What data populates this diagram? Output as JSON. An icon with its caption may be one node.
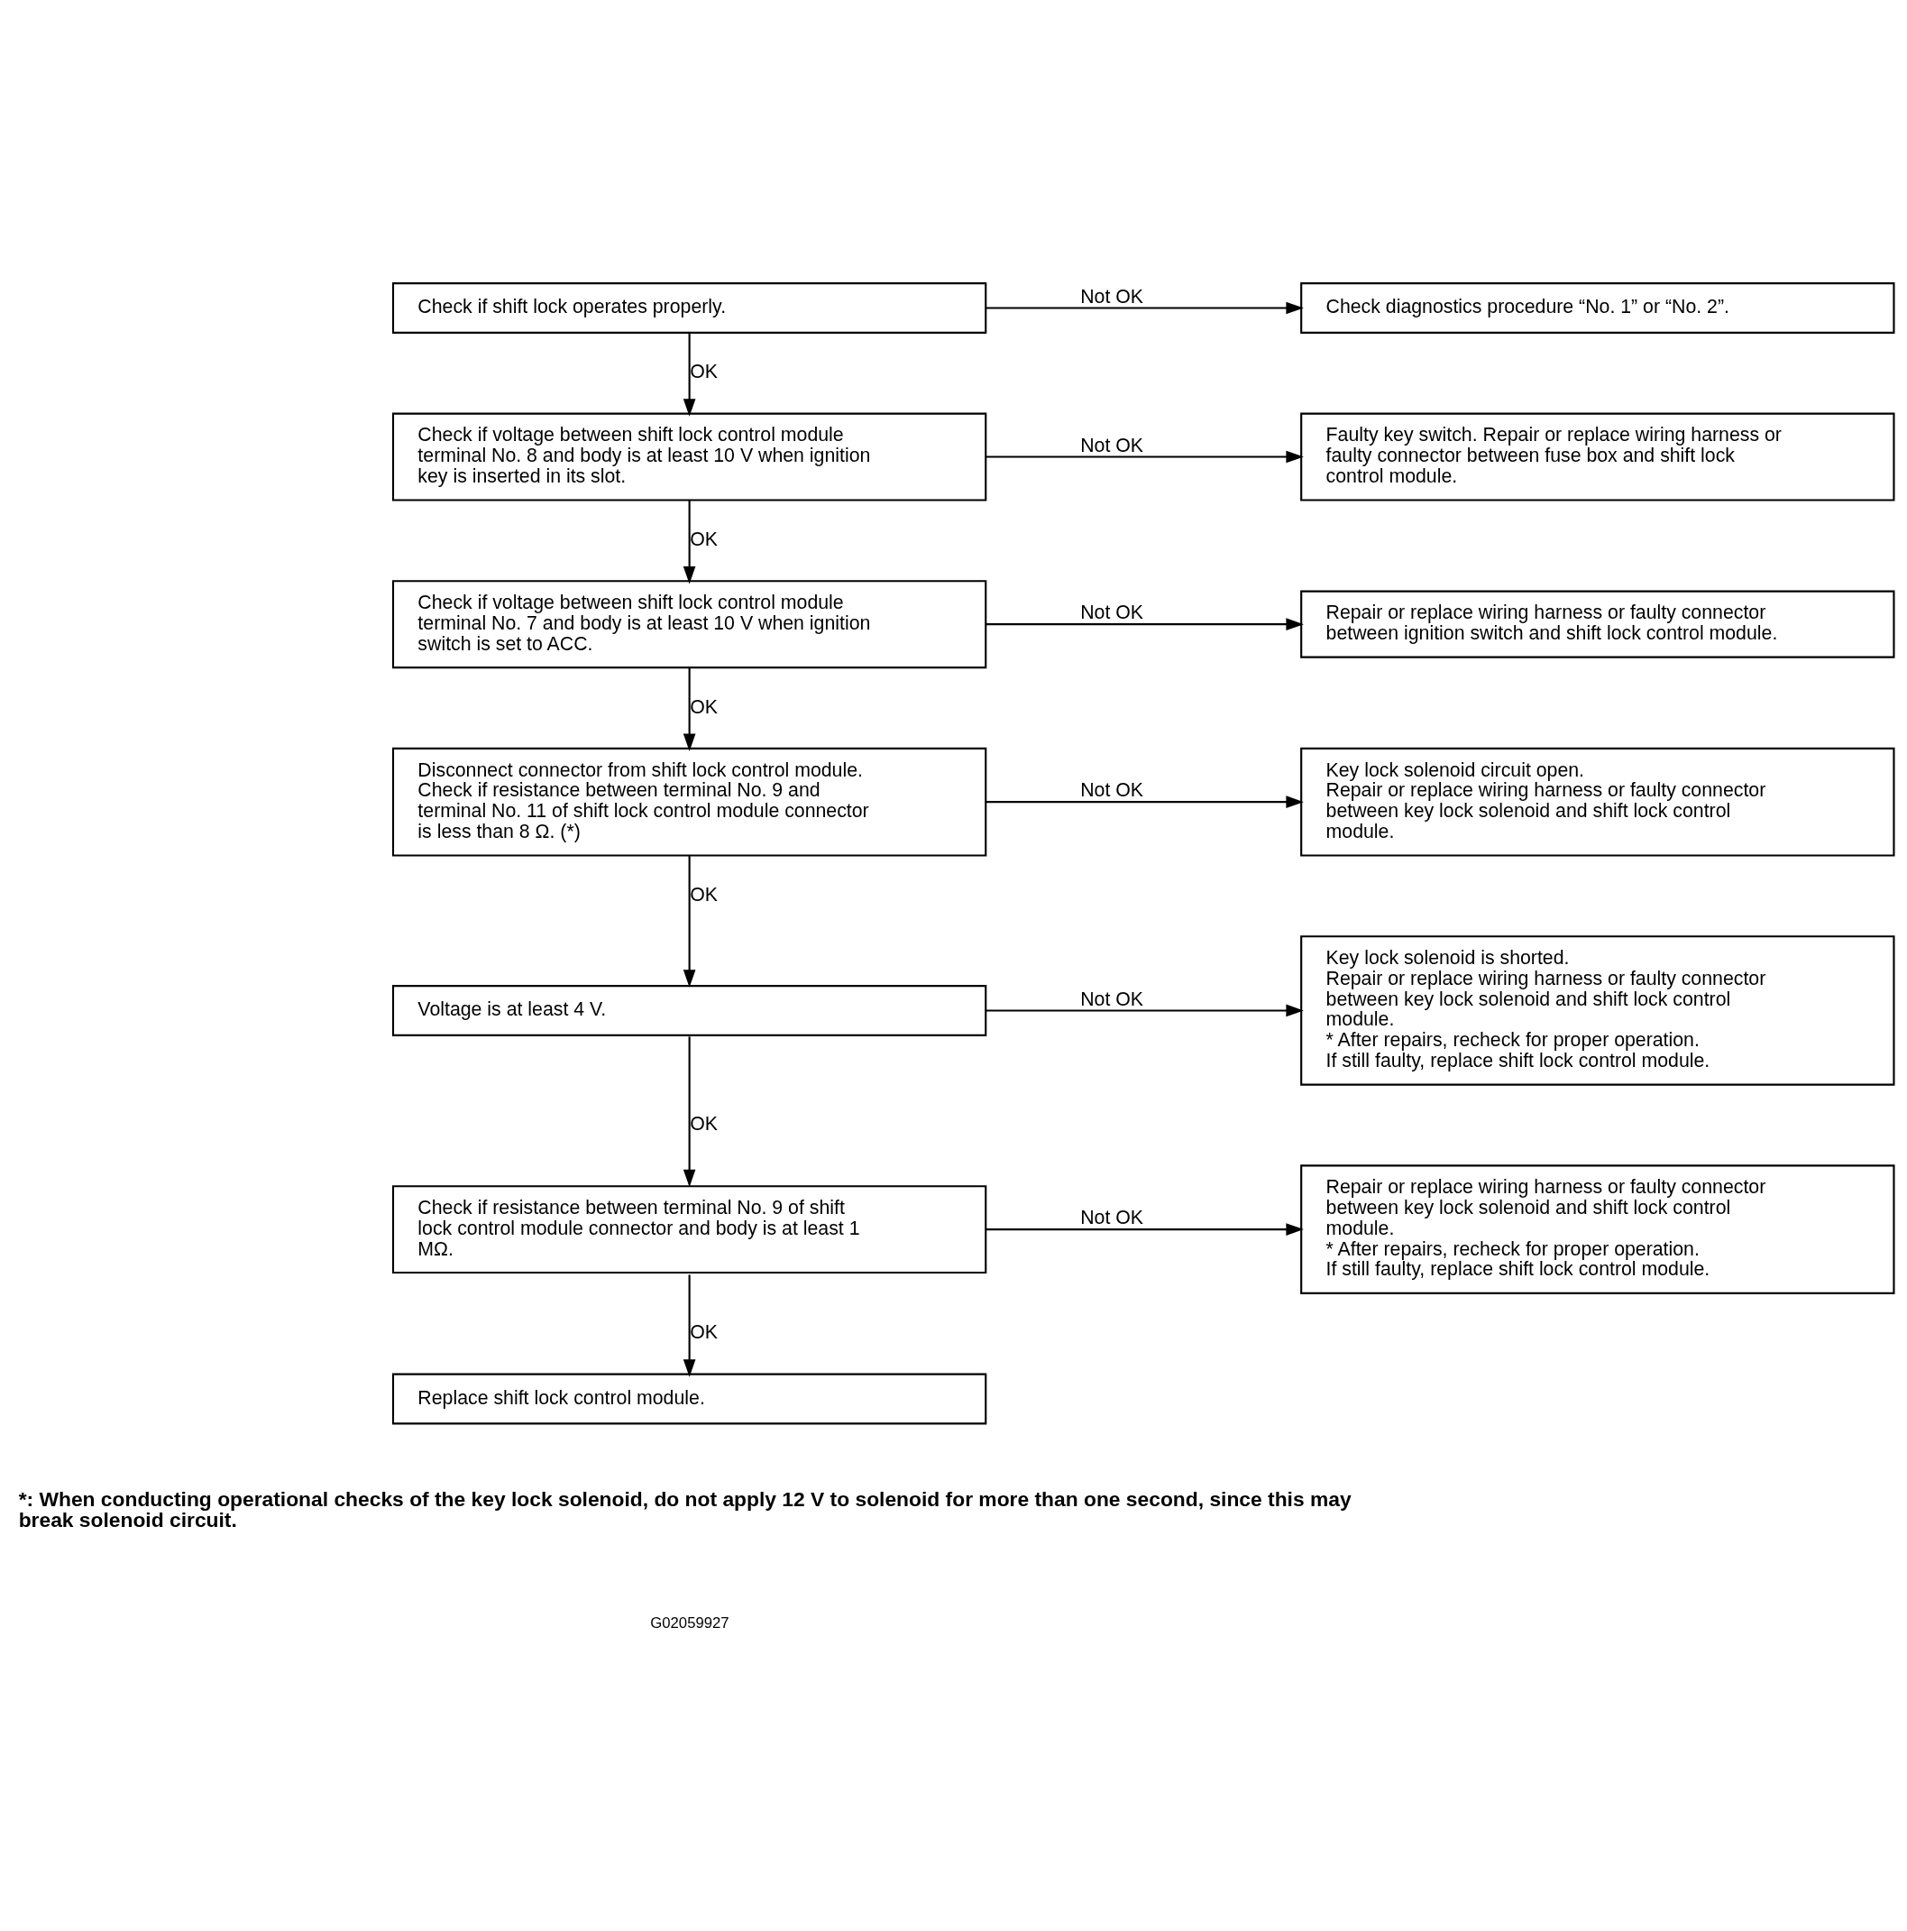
{
  "diagram": {
    "nodes": [
      {
        "text": [
          "Check if shift lock operates properly."
        ]
      },
      {
        "text": [
          "Check diagnostics procedure “No. 1” or “No. 2”."
        ]
      },
      {
        "text": [
          "Check if voltage between shift lock control module terminal No. 8 and body is at least 10 V when ignition key is inserted in its slot."
        ]
      },
      {
        "text": [
          "Faulty key switch. Repair or replace wiring harness or faulty connector between fuse box and shift lock control module."
        ]
      },
      {
        "text": [
          "Check if voltage between shift lock control module terminal No. 7 and body is at least 10 V when ignition switch is set to ACC."
        ]
      },
      {
        "text": [
          "Repair or replace wiring harness or faulty connector between ignition switch and shift lock control module."
        ]
      },
      {
        "text": [
          "Disconnect connector from shift lock control module.",
          "Check if resistance between terminal No. 9 and terminal No. 11 of shift lock control module connector is less than 8 Ω. (*)"
        ]
      },
      {
        "text": [
          "Key lock solenoid circuit open.",
          "Repair or replace wiring harness or faulty connector between key lock solenoid and shift lock control module."
        ]
      },
      {
        "text": [
          "Voltage is at least 4 V."
        ]
      },
      {
        "text": [
          "Key lock solenoid is shorted.",
          "Repair or replace wiring harness or faulty connector between key lock solenoid and shift lock control module.",
          "* After repairs, recheck for proper operation.",
          "If still faulty, replace shift lock control module."
        ]
      },
      {
        "text": [
          "Check if resistance between terminal No. 9 of shift lock control module connector and body is at least 1 MΩ."
        ]
      },
      {
        "text": [
          "Repair or replace wiring harness or faulty connector between key lock solenoid and shift lock control module.",
          "* After repairs, recheck for proper operation.",
          "If still faulty, replace shift lock control module."
        ]
      },
      {
        "text": [
          "Replace shift lock control module."
        ]
      }
    ],
    "edges": [
      {
        "from": 0,
        "to": 1,
        "arrow": "to",
        "label": "Not OK"
      },
      {
        "from": 0,
        "to": 2,
        "arrow": "to",
        "label": "OK"
      },
      {
        "from": 2,
        "to": 3,
        "arrow": "to",
        "label": "Not OK"
      },
      {
        "from": 2,
        "to": 4,
        "arrow": "to",
        "label": "OK"
      },
      {
        "from": 4,
        "to": 5,
        "arrow": "to",
        "label": "Not OK"
      },
      {
        "from": 4,
        "to": 6,
        "arrow": "to",
        "label": "OK"
      },
      {
        "from": 6,
        "to": 7,
        "arrow": "to",
        "label": "Not OK"
      },
      {
        "from": 6,
        "to": 8,
        "arrow": "to",
        "label": "OK"
      },
      {
        "from": 8,
        "to": 9,
        "arrow": "to",
        "label": "Not OK"
      },
      {
        "from": 8,
        "to": 10,
        "arrow": "to",
        "label": "OK"
      },
      {
        "from": 10,
        "to": 11,
        "arrow": "to",
        "label": "Not OK"
      },
      {
        "from": 10,
        "to": 12,
        "arrow": "to",
        "label": "OK"
      }
    ],
    "labels": [
      "*: When conducting operational checks of the key lock solenoid, do not apply 12 V to solenoid for more than one second, since this may break solenoid circuit.",
      "G02059927"
    ]
  }
}
